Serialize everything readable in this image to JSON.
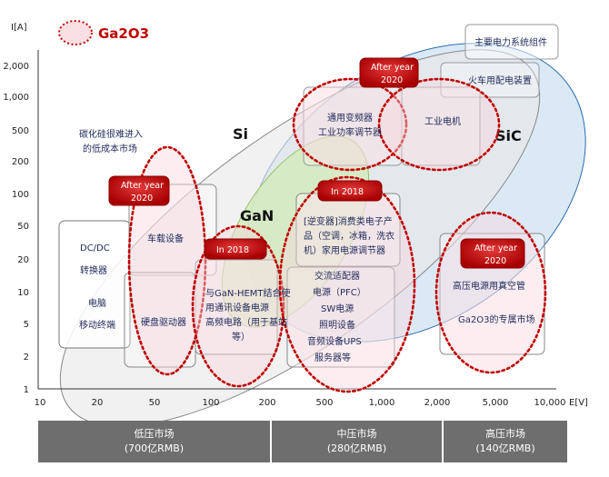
{
  "axes": {
    "y_unit": "I[A]",
    "x_unit": "E[V]",
    "y_ticks": [
      "2,000",
      "1,000",
      "500",
      "200",
      "100",
      "50",
      "20",
      "10",
      "5",
      "2",
      "1"
    ],
    "x_ticks": [
      "10",
      "20",
      "50",
      "100",
      "200",
      "500",
      "1,000",
      "2,000",
      "5,000",
      "10,000"
    ]
  },
  "legend": {
    "label": "Ga2O3"
  },
  "regions": {
    "si": "Si",
    "gan": "GaN",
    "sic": "SiC"
  },
  "badges": {
    "after2020_top": [
      "After year",
      "2020"
    ],
    "after2020_left": [
      "After year",
      "2020"
    ],
    "after2020_right": [
      "After year",
      "2020"
    ],
    "in2018_left": "In 2018",
    "in2018_mid": "In 2018"
  },
  "labels": {
    "sic_note": [
      "碳化硅很难进入",
      "的低成本市场"
    ],
    "grid_components": "主要电力系统组件",
    "train": "火车用配电装置",
    "inverter_top": [
      "通用变频器",
      "工业功率调节器"
    ],
    "motor": "工业电机",
    "dcdc": [
      "DC/DC",
      "转换器"
    ],
    "pc": [
      "电脑",
      "移动终端"
    ],
    "vehicle": "车载设备",
    "hdd": "硬盘驱动器",
    "gan_hemt": [
      "与GaN-HEMT结合使",
      "用通讯设备电源",
      "高频电路（用于基站",
      "等）"
    ],
    "consumer": [
      "[逆变器]消费类电子产",
      "品（空调，冰箱，洗衣",
      "机）家用电源调节器"
    ],
    "power_list": [
      "交流适配器",
      "电源（PFC）",
      "SW电源",
      "照明设备",
      "音频设备UPS",
      "服务器等"
    ],
    "hv_vacuum": "高压电源用真空管",
    "ga_market": "Ga2O3的专属市场"
  },
  "markets": [
    {
      "name": "低压市场",
      "size": "(700亿RMB)"
    },
    {
      "name": "中压市场",
      "size": "(280亿RMB)"
    },
    {
      "name": "高压市场",
      "size": "(140亿RMB)"
    }
  ],
  "colors": {
    "ga_red": "#c00000",
    "si_fill": "#e6e6e6",
    "gan_fill": "#d9ecc3",
    "sic_fill": "#cfe2f3",
    "market_bg": "#6e6e6e"
  }
}
